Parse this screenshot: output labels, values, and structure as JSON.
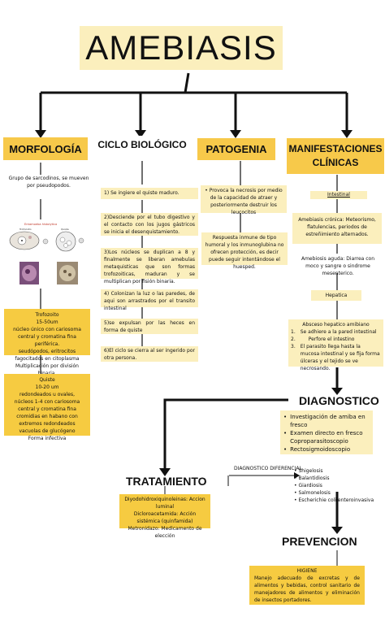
{
  "title": "AMEBIASIS",
  "sections": {
    "morfologia": {
      "heading": "MORFOLOGÍA",
      "intro": "Grupo de sarcodinos, se mueven por pseudopodos.",
      "image_title": "Entamoeba histolytica",
      "image_labels": [
        "Trofozoito",
        "Quiste"
      ],
      "trofozoito": [
        "Trofozoito",
        "15-50um",
        "núcleo único con cariosoma central y cromatina fina periférica.",
        "seudópodos, eritrocitos fagocitados en citoplasma",
        "Multiplicación por división binaria."
      ],
      "quiste": [
        "Quiste",
        "10-20 um",
        "redondeados u ovales,",
        "núcleos 1-4 con cariosoma central y cromatina fina",
        "cromidias en habano con extremos redondeados",
        "vacuolas de glucógeno",
        "Forma infectiva"
      ]
    },
    "ciclo": {
      "heading": "CICLO BIOLÓGICO",
      "steps": [
        "1) Se ingiere el quiste maduro.",
        "2)Desciende por el tubo digestivo y el contacto con los jugos gástricos se inicia el desenquistamiento.",
        "3)Los núcleos se duplican a 8 y finalmente se liberan amebulas metaquisticas que son formas trofozoiticas, maduran y se multiplican por fisión binaria.",
        "4) Colonizan la luz o las paredes, de aqui son arrastrados por el transito intestinal",
        "5)se expulsan por las heces en forma de quiste",
        "6)El ciclo se cierra al ser ingerido por otra persona."
      ]
    },
    "patogenia": {
      "heading": "PATOGENIA",
      "item1": "• Provoca la necrosis por medio de la capacidad de atraer y posteriormente destruir los leucocitos",
      "item2": "Respuesta inmune de tipo humoral y los inmunoglubina no ofrecen protección, es decir puede seguir intentándose el huesped."
    },
    "manifestaciones": {
      "heading": "MANIFESTACIONES CLÍNICAS",
      "intestinal_label": "Intestinal",
      "cronica": "Amebiasis crónica: Meteorismo, flatulencias, periodos de estreñimiento alternados.",
      "aguda": "Amebiosis aguda: Diarrea con moco y sangre o sindrome mesenterico.",
      "hepatica_label": "Hepatica",
      "absceso_title": "Absceso hepatico amibiano",
      "absceso_items": [
        {
          "n": "1.",
          "t": "Se adhiere a la pared intestinal"
        },
        {
          "n": "2.",
          "t": "Perfore el intestino"
        },
        {
          "n": "3.",
          "t": "El parasito llega hasta la mucosa intestinal y se fija forma úlceras y el tejido se ve necrosando."
        }
      ]
    },
    "diagnostico": {
      "heading": "DIAGNOSTICO",
      "items": [
        "Investigación de amiba en fresco",
        "Examen directo en fresco Coproparasitoscopio",
        "Rectosigmoidoscopio"
      ]
    },
    "diferencial": {
      "label": "DIAGNOSTICO DIFERENCIAL",
      "items": [
        "Shigelosis",
        "Balantidiosis",
        "Giardiosis",
        "Salmonelosis",
        "Escherichie coli enteroinvasiva"
      ]
    },
    "tratamiento": {
      "heading": "TRATAMIENTO",
      "items": [
        "Diyodohidroxiquinoleinas: Accion luminal",
        "Dicloroacetamida: Acción sistémica (quinfamida)",
        "Metronidazo: Medicamento de elección"
      ]
    },
    "prevencion": {
      "heading": "PREVENCION",
      "subtitle": "HIGIENE",
      "text": "Manejo adecuado de excretas y de alimentos y bebidas, control sanitario de manejadores de alimentos y eliminación de insectos portadores."
    }
  }
}
